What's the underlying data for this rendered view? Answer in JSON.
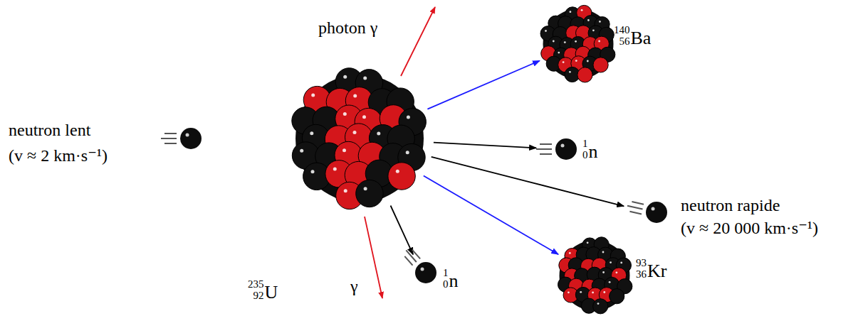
{
  "diagram": {
    "nodes": [
      {
        "text": [
          "neutron lent",
          "(v ≈ 2 km·s⁻¹)"
        ]
      },
      {
        "text": [
          "235",
          "92",
          "U"
        ]
      },
      {
        "text": [
          "140",
          "56",
          "Ba"
        ]
      },
      {
        "text": [
          "1",
          "0",
          "n"
        ]
      },
      {
        "text": [
          "neutron rapide",
          "(v ≈ 20 000 km·s⁻¹)"
        ]
      },
      {
        "text": [
          "93",
          "36",
          "Kr"
        ]
      },
      {
        "text": [
          "1",
          "0",
          "n"
        ]
      }
    ],
    "edges": [
      {
        "from": 1,
        "to": 2,
        "arrow": "to"
      },
      {
        "from": 1,
        "to": 3,
        "arrow": "to"
      },
      {
        "from": 1,
        "to": 4,
        "arrow": "to"
      },
      {
        "from": 1,
        "to": 5,
        "arrow": "to"
      },
      {
        "from": 1,
        "to": 6,
        "arrow": "to"
      }
    ],
    "labels": [
      "photon γ",
      "γ"
    ]
  }
}
